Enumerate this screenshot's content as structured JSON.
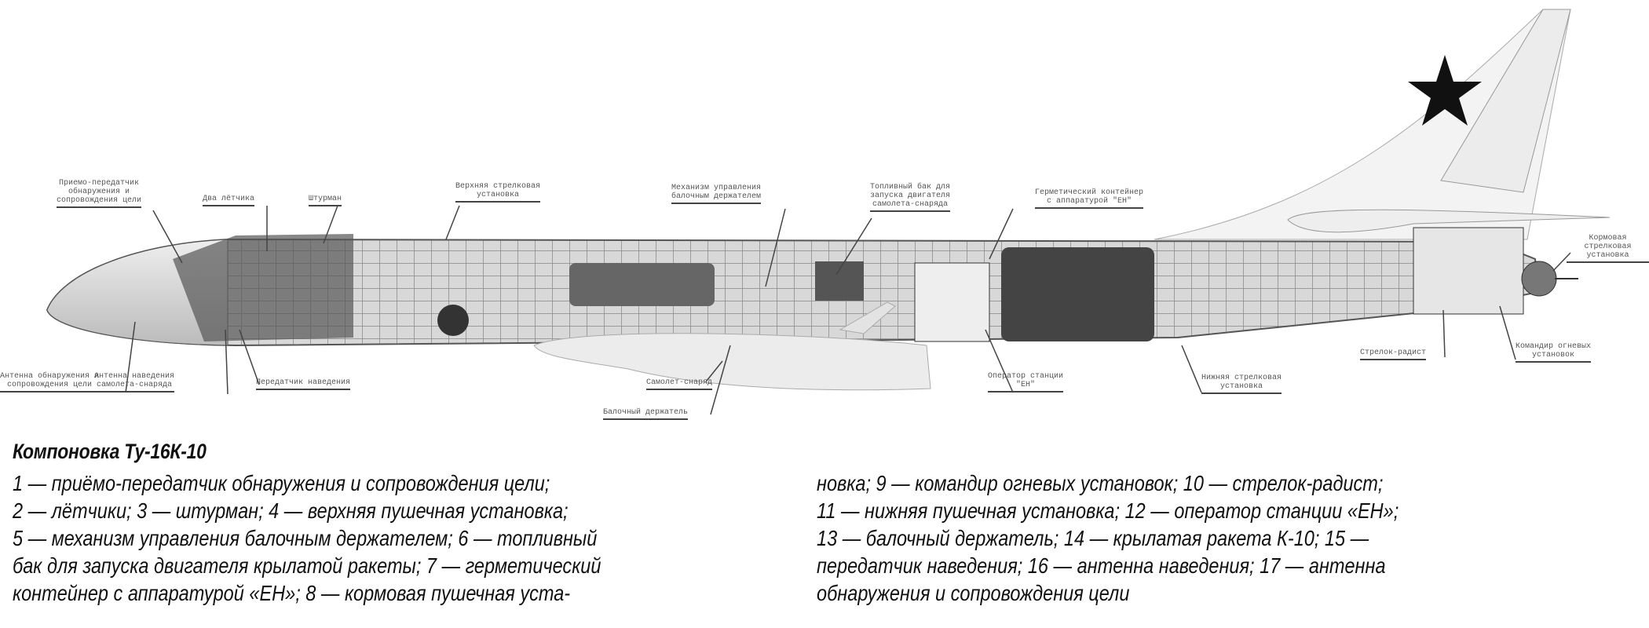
{
  "diagram": {
    "labels": {
      "transceiver": "Приемо-передатчик\nобнаружения и\nсопровождения цели",
      "pilots": "Два лётчика",
      "navigator": "Штурман",
      "upper_turret": "Верхняя стрелковая\nустановка",
      "carrier_mechanism": "Механизм управления\nбалочным держателем",
      "fuel_tank": "Топливный бак для\nзапуска двигателя\nсамолета-снаряда",
      "sealed_container": "Герметический контейнер\nс аппаратурой \"ЕН\"",
      "tail_turret": "Кормовая стрелковая\nустановка",
      "detection_antenna": "Антенна обнаружения и\nсопровождения цели",
      "guidance_antenna": "Антенна наведения\nсамолета-снаряда",
      "guidance_transmitter": "Передатчик наведения",
      "missile": "Самолет-снаряд",
      "beam_carrier": "Балочный держатель",
      "en_operator": "Оператор станции\n\"ЕН\"",
      "lower_turret": "Нижняя стрелковая\nустановка",
      "gunner_radio": "Стрелок-радист",
      "fire_commander": "Командир огневых\nустановок"
    }
  },
  "caption": {
    "title": "Компоновка Ту-16К-10",
    "left_lines": [
      "1 — приёмо-передатчик обнаружения и сопровождения цели;",
      "2 — лётчики; 3 — штурман; 4 — верхняя пушечная установка;",
      "5 — механизм управления балочным держателем; 6 — топливный",
      "бак для запуска двигателя крылатой ракеты; 7 — герметический",
      "контейнер с аппаратурой «ЕН»; 8 — кормовая пушечная уста-"
    ],
    "right_lines": [
      "новка; 9 — командир огневых установок; 10 — стрелок-радист;",
      "11 — нижняя пушечная установка; 12 — оператор станции «ЕН»;",
      "13 — балочный держатель; 14 — крылатая ракета К-10; 15 —",
      "передатчик наведения; 16 — антенна наведения; 17 — антенна",
      "обнаружения и сопровождения цели"
    ]
  }
}
